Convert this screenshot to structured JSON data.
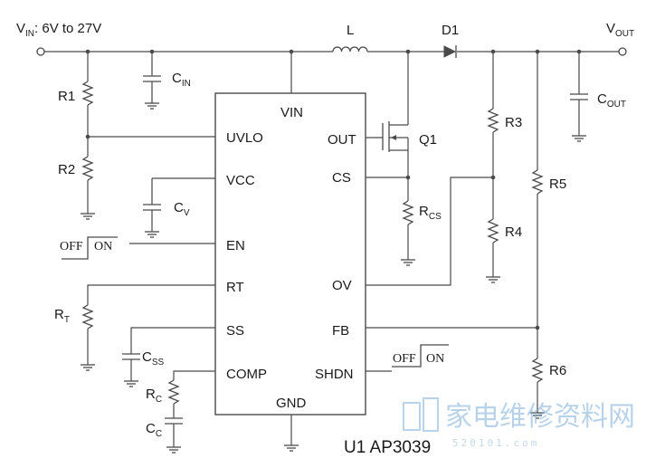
{
  "input": {
    "label": "V",
    "sub": "IN",
    "range": ": 6V to 27V"
  },
  "output": {
    "label": "V",
    "sub": "OUT"
  },
  "inductor": {
    "label": "L"
  },
  "diode": {
    "label": "D1"
  },
  "mosfet": {
    "label": "Q1"
  },
  "caps": {
    "cin": {
      "label": "C",
      "sub": "IN"
    },
    "cout": {
      "label": "C",
      "sub": "OUT"
    },
    "cv": {
      "label": "C",
      "sub": "V"
    },
    "css": {
      "label": "C",
      "sub": "SS"
    },
    "cc": {
      "label": "C",
      "sub": "C"
    }
  },
  "resistors": {
    "r1": "R1",
    "r2": "R2",
    "r3": "R3",
    "r4": "R4",
    "r5": "R5",
    "r6": "R6",
    "rt": {
      "label": "R",
      "sub": "T"
    },
    "rc": {
      "label": "R",
      "sub": "C"
    },
    "rcs": {
      "label": "R",
      "sub": "CS"
    }
  },
  "ic": {
    "name": "U1 AP3039",
    "pins_left": [
      "UVLO",
      "VCC",
      "EN",
      "RT",
      "SS",
      "COMP"
    ],
    "pins_right": [
      "OUT",
      "CS",
      "OV",
      "FB",
      "SHDN"
    ],
    "pin_top": "VIN",
    "pin_bottom": "GND"
  },
  "switches": {
    "en": {
      "off": "OFF",
      "on": "ON"
    },
    "shdn": {
      "off": "OFF",
      "on": "ON"
    }
  },
  "watermark": {
    "text": "家电维修资料网",
    "url": "520101.com"
  }
}
